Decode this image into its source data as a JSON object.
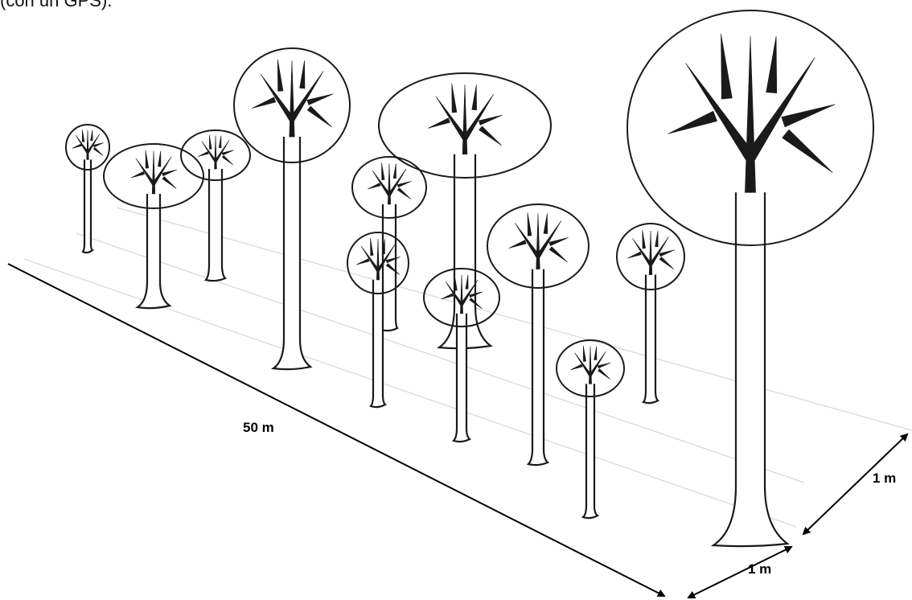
{
  "caption": "(con un GPS).",
  "dimensions": {
    "length_label": "50 m",
    "width_label_front": "1 m",
    "width_label_side": "1 m"
  },
  "colors": {
    "ink": "#1a1a1a",
    "guide_lines": "#d7d7d7",
    "background": "#ffffff"
  },
  "tree_count": 12
}
